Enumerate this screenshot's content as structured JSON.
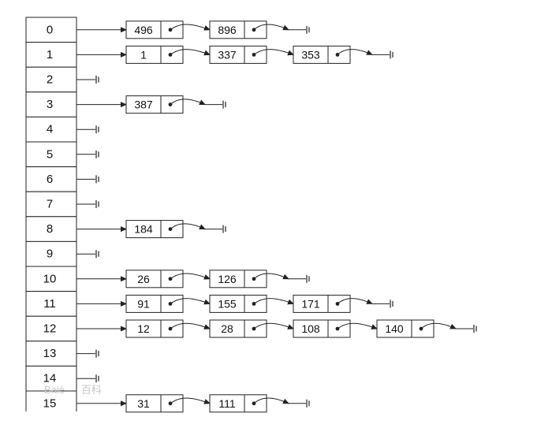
{
  "buckets": [
    {
      "index": "0",
      "values": [
        "496",
        "896"
      ]
    },
    {
      "index": "1",
      "values": [
        "1",
        "337",
        "353"
      ]
    },
    {
      "index": "2",
      "values": []
    },
    {
      "index": "3",
      "values": [
        "387"
      ]
    },
    {
      "index": "4",
      "values": []
    },
    {
      "index": "5",
      "values": []
    },
    {
      "index": "6",
      "values": []
    },
    {
      "index": "7",
      "values": []
    },
    {
      "index": "8",
      "values": [
        "184"
      ]
    },
    {
      "index": "9",
      "values": []
    },
    {
      "index": "10",
      "values": [
        "26",
        "126"
      ]
    },
    {
      "index": "11",
      "values": [
        "91",
        "155",
        "171"
      ]
    },
    {
      "index": "12",
      "values": [
        "12",
        "28",
        "108",
        "140"
      ]
    },
    {
      "index": "13",
      "values": []
    },
    {
      "index": "14",
      "values": []
    },
    {
      "index": "15",
      "values": [
        "31",
        "111"
      ]
    }
  ],
  "watermark": "Baié百科",
  "colors": {
    "line": "#222222",
    "box_fill": "#ffffff",
    "text": "#111111",
    "watermark": "#c8c8c8"
  }
}
